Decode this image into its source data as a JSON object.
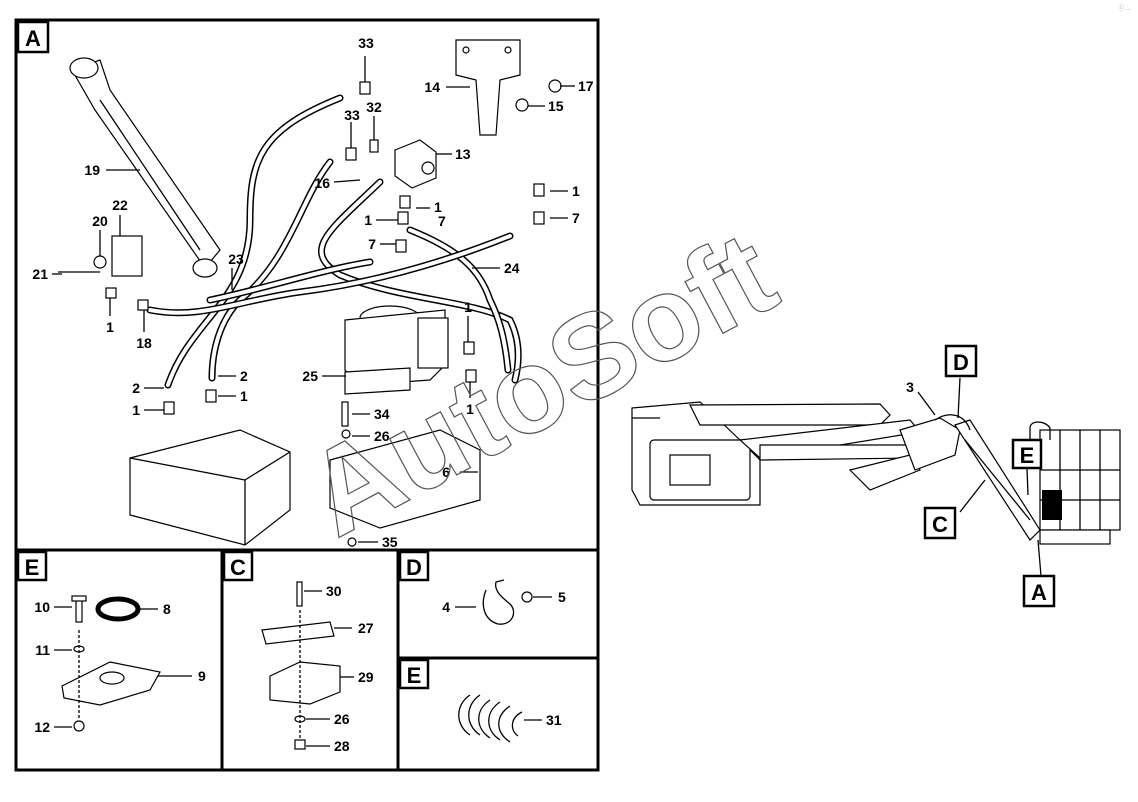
{
  "watermark": "AutoSoft",
  "corner_mark": "ⓒ ...",
  "panels": {
    "A": {
      "letter": "A"
    },
    "E1": {
      "letter": "E"
    },
    "C": {
      "letter": "C"
    },
    "D": {
      "letter": "D"
    },
    "E2": {
      "letter": "E"
    }
  },
  "callouts": {
    "c33a": "33",
    "c33b": "33",
    "c32": "32",
    "c14": "14",
    "c17": "17",
    "c15": "15",
    "c13": "13",
    "c19": "19",
    "c22": "22",
    "c20": "20",
    "c16": "16",
    "c1a": "1",
    "c1b": "1",
    "c7a": "7",
    "c1c": "1",
    "c7b": "7",
    "c7c": "7",
    "c21": "21",
    "c23": "23",
    "c24": "24",
    "c1d": "1",
    "c18": "18",
    "c1e": "1",
    "c25": "25",
    "c2a": "2",
    "c2b": "2",
    "c1f": "1",
    "c1g": "1",
    "c1h": "1",
    "c34": "34",
    "c26a": "26",
    "c6": "6",
    "c35": "35",
    "c10": "10",
    "c8": "8",
    "c11": "11",
    "c9": "9",
    "c12": "12",
    "c30": "30",
    "c27": "27",
    "c29": "29",
    "c26b": "26",
    "c28": "28",
    "c4": "4",
    "c5": "5",
    "c31": "31",
    "c3": "3"
  },
  "machine_keys": {
    "D": "D",
    "E": "E",
    "C": "C",
    "A": "A"
  }
}
